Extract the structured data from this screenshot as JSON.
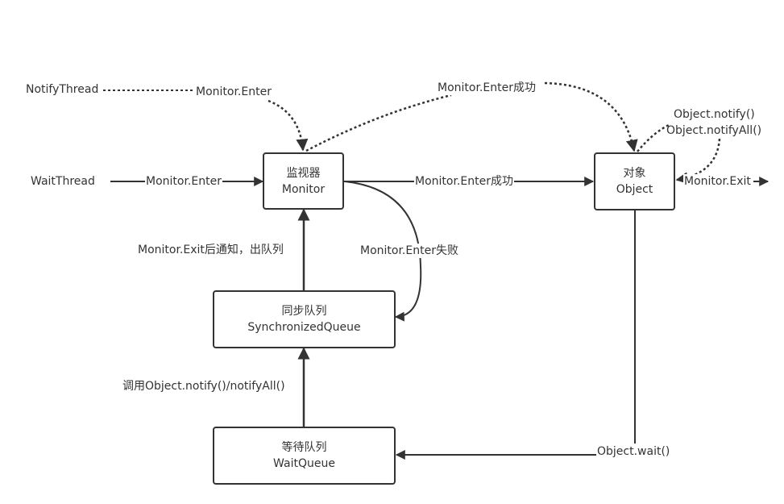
{
  "nodes": {
    "monitor": {
      "line1": "监视器",
      "line2": "Monitor"
    },
    "object": {
      "line1": "对象",
      "line2": "Object"
    },
    "sync_queue": {
      "line1": "同步队列",
      "line2": "SynchronizedQueue"
    },
    "wait_queue": {
      "line1": "等待队列",
      "line2": "WaitQueue"
    }
  },
  "actors": {
    "notify_thread": "NotifyThread",
    "wait_thread": "WaitThread"
  },
  "edges": {
    "notify_monitor_enter": "Monitor.Enter",
    "wait_monitor_enter": "Monitor.Enter",
    "dotted_enter_success": "Monitor.Enter成功",
    "solid_enter_success": "Monitor.Enter成功",
    "enter_failed": "Monitor.Enter失败",
    "exit_notify_dequeue": "Monitor.Exit后通知，出队列",
    "notify_call": "调用Object.notify()/notifyAll()",
    "object_wait": "Object.wait()",
    "object_notify": "Object.notify()",
    "object_notify_all": "Object.notifyAll()",
    "monitor_exit": "Monitor.Exit"
  },
  "colors": {
    "line": "#333333",
    "background": "#ffffff"
  }
}
